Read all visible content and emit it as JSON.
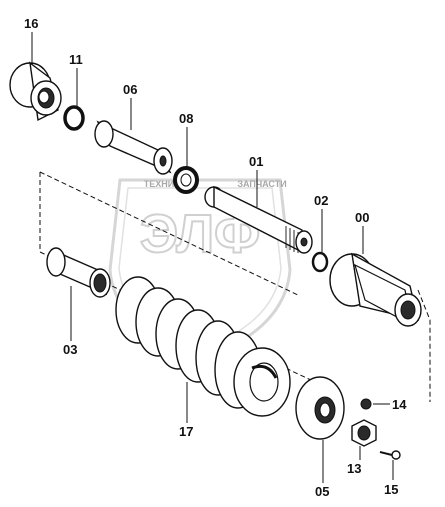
{
  "diagram": {
    "watermark": {
      "logo_text": "ЭЛФ",
      "left_word": "ТЕХНИКА",
      "right_word": "ЗАПЧАСТИ"
    },
    "labels": {
      "p16": "16",
      "p11": "11",
      "p06": "06",
      "p08": "08",
      "p01": "01",
      "p02": "02",
      "p00": "00",
      "p03": "03",
      "p17": "17",
      "p14": "14",
      "p05": "05",
      "p13": "13",
      "p15": "15"
    }
  }
}
